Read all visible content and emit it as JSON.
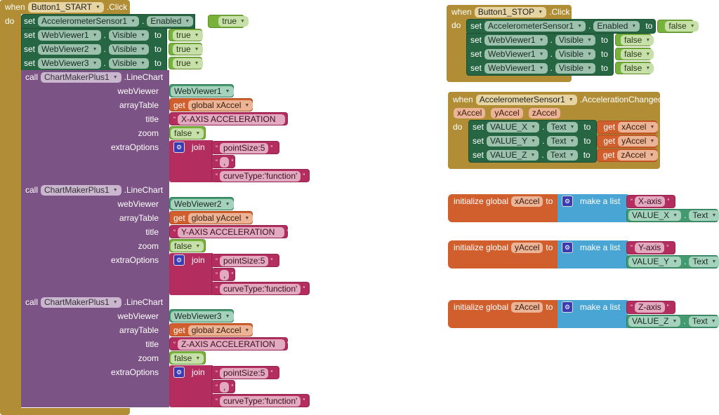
{
  "start_handler": {
    "when": "when",
    "component": "Button1_START",
    "event": ".Click",
    "do": "do",
    "setters": [
      {
        "set": "set",
        "component": "AccelerometerSensor1",
        "property": "Enabled",
        "to": "to",
        "value": "true"
      },
      {
        "set": "set",
        "component": "WebViewer1",
        "property": "Visible",
        "to": "to",
        "value": "true"
      },
      {
        "set": "set",
        "component": "WebViewer2",
        "property": "Visible",
        "to": "to",
        "value": "true"
      },
      {
        "set": "set",
        "component": "WebViewer3",
        "property": "Visible",
        "to": "to",
        "value": "true"
      }
    ],
    "calls": [
      {
        "call": "call",
        "component": "ChartMakerPlus1",
        "method": ".LineChart",
        "labels": {
          "webViewer": "webViewer",
          "arrayTable": "arrayTable",
          "title": "title",
          "zoom": "zoom",
          "extraOptions": "extraOptions"
        },
        "webViewer": "WebViewer1",
        "get": "get",
        "arrayTable": "global xAccel",
        "title": "X-AXIS ACCELERATION",
        "zoom": "false",
        "join": "join",
        "extraOptions": [
          "pointSize:5",
          ",",
          "curveType:'function'"
        ]
      },
      {
        "call": "call",
        "component": "ChartMakerPlus1",
        "method": ".LineChart",
        "labels": {
          "webViewer": "webViewer",
          "arrayTable": "arrayTable",
          "title": "title",
          "zoom": "zoom",
          "extraOptions": "extraOptions"
        },
        "webViewer": "WebViewer2",
        "get": "get",
        "arrayTable": "global yAccel",
        "title": "Y-AXIS ACCELERATION",
        "zoom": "false",
        "join": "join",
        "extraOptions": [
          "pointSize:5",
          ",",
          "curveType:'function'"
        ]
      },
      {
        "call": "call",
        "component": "ChartMakerPlus1",
        "method": ".LineChart",
        "labels": {
          "webViewer": "webViewer",
          "arrayTable": "arrayTable",
          "title": "title",
          "zoom": "zoom",
          "extraOptions": "extraOptions"
        },
        "webViewer": "WebViewer3",
        "get": "get",
        "arrayTable": "global zAccel",
        "title": "Z-AXIS ACCELERATION",
        "zoom": "false",
        "join": "join",
        "extraOptions": [
          "pointSize:5",
          ",",
          "curveType:'function'"
        ]
      }
    ]
  },
  "stop_handler": {
    "when": "when",
    "component": "Button1_STOP",
    "event": ".Click",
    "do": "do",
    "setters": [
      {
        "set": "set",
        "component": "AccelerometerSensor1",
        "property": "Enabled",
        "to": "to",
        "value": "false"
      },
      {
        "set": "set",
        "component": "WebViewer1",
        "property": "Visible",
        "to": "to",
        "value": "false"
      },
      {
        "set": "set",
        "component": "WebViewer1",
        "property": "Visible",
        "to": "to",
        "value": "false"
      },
      {
        "set": "set",
        "component": "WebViewer1",
        "property": "Visible",
        "to": "to",
        "value": "false"
      }
    ]
  },
  "accel_handler": {
    "when": "when",
    "component": "AccelerometerSensor1",
    "event": ".AccelerationChanged",
    "params": [
      "xAccel",
      "yAccel",
      "zAccel"
    ],
    "do": "do",
    "setters": [
      {
        "set": "set",
        "component": "VALUE_X",
        "property": "Text",
        "to": "to",
        "get": "get",
        "value": "xAccel"
      },
      {
        "set": "set",
        "component": "VALUE_Y",
        "property": "Text",
        "to": "to",
        "get": "get",
        "value": "yAccel"
      },
      {
        "set": "set",
        "component": "VALUE_Z",
        "property": "Text",
        "to": "to",
        "get": "get",
        "value": "zAccel"
      }
    ]
  },
  "globals": [
    {
      "init": "initialize global",
      "name": "xAccel",
      "to": "to",
      "make_list": "make a list",
      "item1": "X-axis",
      "component": "VALUE_X",
      "property": "Text"
    },
    {
      "init": "initialize global",
      "name": "yAccel",
      "to": "to",
      "make_list": "make a list",
      "item1": "Y-axis",
      "component": "VALUE_Y",
      "property": "Text"
    },
    {
      "init": "initialize global",
      "name": "zAccel",
      "to": "to",
      "make_list": "make a list",
      "item1": "Z-axis",
      "component": "VALUE_Z",
      "property": "Text"
    }
  ],
  "colors": {
    "event": "#b18e35",
    "setter": "#266643",
    "logic": "#77b23a",
    "component": "#439970",
    "procedure": "#7c5385",
    "variable": "#d05f2d",
    "text": "#b32d5e",
    "list": "#49a6d4"
  }
}
